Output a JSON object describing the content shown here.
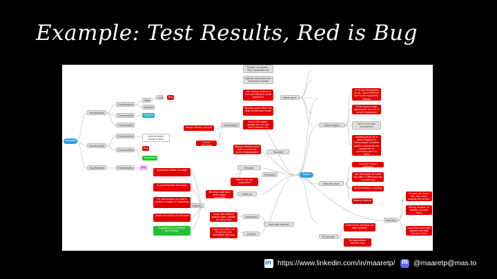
{
  "slide": {
    "title": "Example: Test Results, Red is Bug"
  },
  "footer": {
    "linkedin_url": "https://www.linkedin.com/in/maaretp/",
    "linkedin_icon": "in",
    "mastodon_handle": "@maaretp@mas.to",
    "mastodon_icon": "m"
  },
  "mindmap": {
    "nodes": {
      "left_root": "Mastodon",
      "func_1": "Functionality area",
      "func_2": "Functionality area",
      "func_3": "Functionality area",
      "func_4": "Functionality area",
      "sub_1": "Functionality",
      "sub_2": "Functionality",
      "sub_3": "Functionality",
      "sub_4": "Functionality",
      "sub_5": "Functionality",
      "data": "Data",
      "post": "Post",
      "numbers": "Numbers",
      "bug_1": "Bug",
      "bug_2": "Bug",
      "bug_3": "Bug",
      "content": "Content",
      "suggestion": "Suggestion",
      "core": "Core of what I haven't seen",
      "center": "Sorted",
      "accessibility": "accessibility",
      "img_alt": "image without alt text",
      "font_warning": "A font warnings",
      "word_count": "Word count",
      "possible_mistakes": "Possible mistakes",
      "simple_calc": "Simple calculation - only separation by space",
      "special_chars": "special characters are counted as words",
      "line_change": "line change (enter) is not calculated as word separator",
      "missing_space": "Missing space after full stop counts one index",
      "not_words": "If it is not words, google for it if you didn't believe me",
      "missing_ident": "Missing identification with a particular style of apostrophe marker's",
      "discouraged": "Discouraged words",
      "not_recognized": "'is is not recognised at all - you're they're we're are incorrectly marked",
      "word_spelled": "If the word is with apostrophe around, it is not recognised",
      "dont_rule": "don't is an irish contraction",
      "lookup": "Instead being as a given flagged in discouraged variable; pattern combined the categories of confusing word in texts",
      "browser_settings": "Browser settings",
      "browsers": "Browsers",
      "mobile_not_supported": "mobile use not supported",
      "zoom_resize": "Missing scroll bars when page zoomable",
      "zoom_page": "zoom on page",
      "text_structure": "Text structure",
      "correct_validation": "Incorrect Hover validation",
      "no_scroll": "Are first spots to mark not after in different tab, considering",
      "uncertainty": "Uncertainties in naming",
      "missing_feature": "Missing feature",
      "usability": "usability",
      "secondary_button": "secondary button on page",
      "no_guiding": "no guiding text messages",
      "no_instructions": "nil instructions on what a printer is shown & indicating",
      "could_use": "Could use clarity of concepts",
      "suggestion_2": "Suggestion to improve terminology",
      "long_text": "Long text without spaces goes outside the grey area",
      "long_data": "Long text does not fit screen and overflows text box from right",
      "horizontal": "horizontal",
      "vertical": "vertical",
      "text_with_spaces": "text with marked words",
      "text_box": "text box",
      "some_zoom": "Screen can zoom too, box stays outside the screen",
      "wrong_location": "Wrong location in relation to page layer",
      "long_text_2": "Long text don't add spaces overflow beyond other wheels",
      "of_function": "Of function",
      "not_available": "Links to the website not after window",
      "no_app": "No application specific help"
    }
  }
}
